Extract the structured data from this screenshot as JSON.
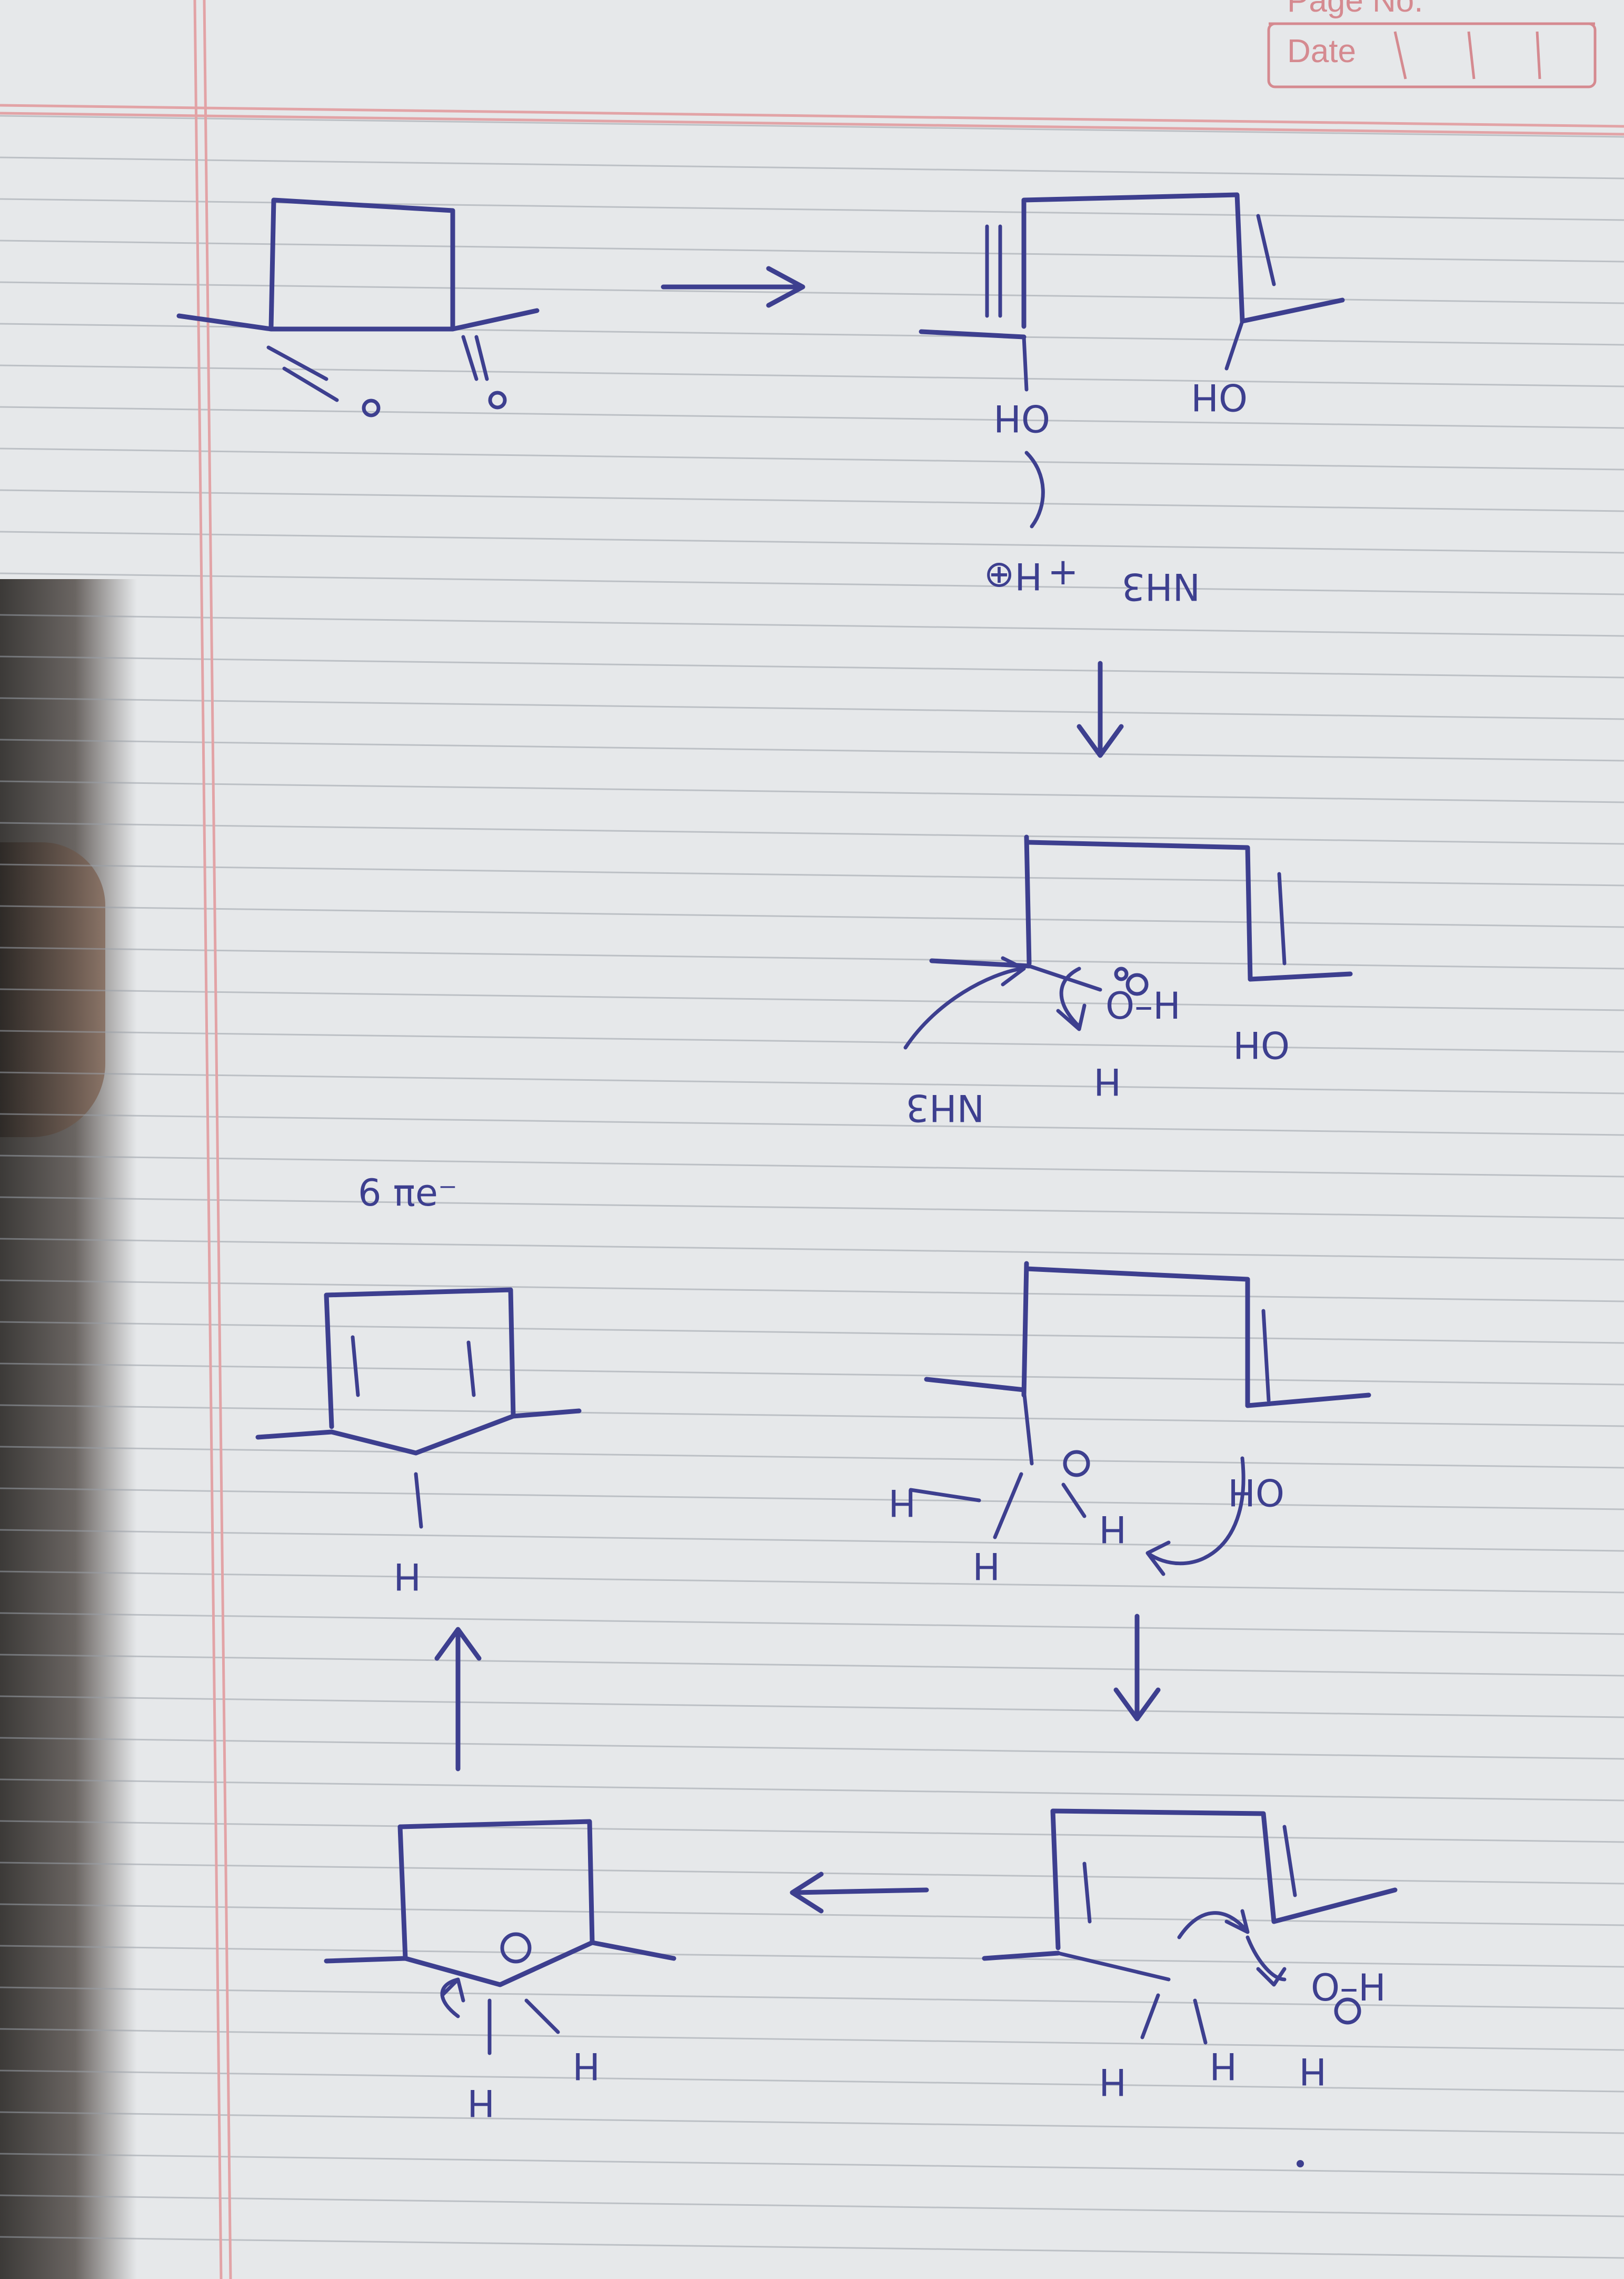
{
  "header": {
    "page_label": "Page No.",
    "date_label": "Date"
  },
  "labels": {
    "oh": "OH",
    "h_plus": "H⊕",
    "plus": "+",
    "nh3": "NH3",
    "nh3_lone_pair": "NH3",
    "o_h": "O–H",
    "h": "H",
    "pi_electrons": "6 πe⁻"
  },
  "colors": {
    "ink": "#3d3f8f",
    "paper": "#e6e8ea",
    "margin": "#e2a3a6",
    "rules": "#9aa0a8"
  }
}
